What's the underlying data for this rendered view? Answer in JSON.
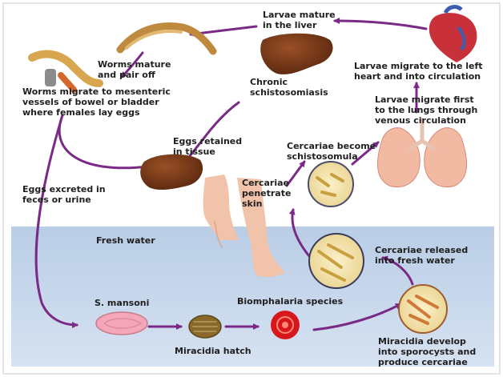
{
  "labels": {
    "larvae_mature_liver": "Larvae mature\nin the liver",
    "worms_mature": "Worms mature\nand pair off",
    "worms_migrate": "Worms migrate to mesenteric\nvessels of bowel or bladder\nwhere females lay eggs",
    "chronic": "Chronic\nschistosomiasis",
    "larvae_left_heart": "Larvae migrate to the left\nheart and into circulation",
    "larvae_lungs": "Larvae migrate first\nto the lungs through\nvenous circulation",
    "eggs_retained": "Eggs retained\nin tissue",
    "cercariae_schistosomula": "Cercariae become\nschistosomula",
    "eggs_excreted": "Eggs excreted in\nfeces or urine",
    "cercariae_penetrate": "Cercariae\npenetrate\nskin",
    "fresh_water": "Fresh water",
    "cercariae_released": "Cercariae released\ninto fresh water",
    "s_mansoni": "S. mansoni",
    "biomphalaria": "Biomphalaria species",
    "miracidia_hatch": "Miracidia hatch",
    "miracidia_develop": "Miracidia develop\ninto sporocysts and\nproduce cercariae"
  },
  "colors": {
    "arrow": "#7a2a86",
    "water_top": "#b9cde6",
    "water_bottom": "#d6e2f1",
    "liver": "#6b3114",
    "skin": "#f0c3aa",
    "lung": "#f2b9a3",
    "egg": "#f4a7b8",
    "snail": "#8a6a2c"
  }
}
